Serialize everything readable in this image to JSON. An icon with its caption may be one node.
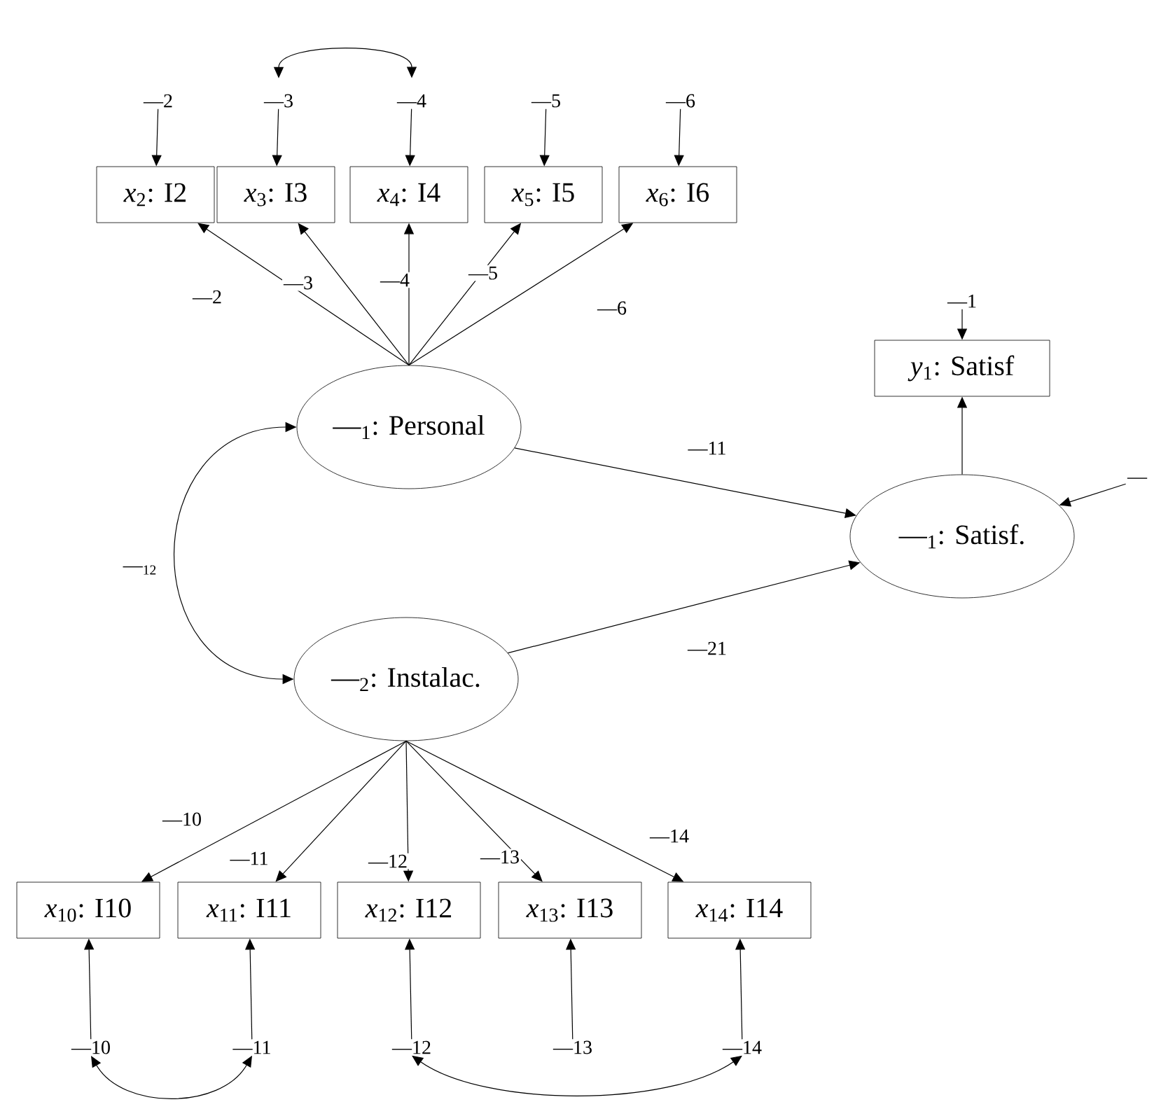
{
  "diagram": {
    "nodes": [
      {
        "text": [
          "*x*$_{2}$: I2"
        ]
      },
      {
        "text": [
          "*x*$_{3}$: I3"
        ]
      },
      {
        "text": [
          "*x*$_{4}$: I4"
        ]
      },
      {
        "text": [
          "*x*$_{5}$: I5"
        ]
      },
      {
        "text": [
          "*x*$_{6}$: I6"
        ]
      },
      {
        "text": [
          "—2"
        ]
      },
      {
        "text": [
          "—3"
        ]
      },
      {
        "text": [
          "—4"
        ]
      },
      {
        "text": [
          "—5"
        ]
      },
      {
        "text": [
          "—6"
        ]
      },
      {
        "text": [
          "—$_{1}$: Personal"
        ]
      },
      {
        "text": [
          "—$_{2}$: Instalac."
        ]
      },
      {
        "text": [
          "—$_{1}$: Satisf."
        ]
      },
      {
        "text": [
          "*y*$_{1}$: Satisf"
        ]
      },
      {
        "text": [
          "—1"
        ]
      },
      {
        "text": [
          "—"
        ]
      },
      {
        "text": [
          "*x*$_{10}$: I10"
        ]
      },
      {
        "text": [
          "*x*$_{11}$: I11"
        ]
      },
      {
        "text": [
          "*x*$_{12}$: I12"
        ]
      },
      {
        "text": [
          "*x*$_{13}$: I13"
        ]
      },
      {
        "text": [
          "*x*$_{14}$: I14"
        ]
      },
      {
        "text": [
          "—10"
        ]
      },
      {
        "text": [
          "—11"
        ]
      },
      {
        "text": [
          "—12"
        ]
      },
      {
        "text": [
          "—13"
        ]
      },
      {
        "text": [
          "—14"
        ]
      }
    ],
    "edges": [
      {
        "from": 10,
        "to": 0,
        "arrow": "to",
        "label": "—2"
      },
      {
        "from": 10,
        "to": 1,
        "arrow": "to",
        "label": "—3"
      },
      {
        "from": 10,
        "to": 2,
        "arrow": "to",
        "label": "—4"
      },
      {
        "from": 10,
        "to": 3,
        "arrow": "to",
        "label": "—5"
      },
      {
        "from": 10,
        "to": 4,
        "arrow": "to",
        "label": "—6"
      },
      {
        "from": 5,
        "to": 0,
        "arrow": "to"
      },
      {
        "from": 6,
        "to": 1,
        "arrow": "to"
      },
      {
        "from": 7,
        "to": 2,
        "arrow": "to"
      },
      {
        "from": 8,
        "to": 3,
        "arrow": "to"
      },
      {
        "from": 9,
        "to": 4,
        "arrow": "to"
      },
      {
        "from": 6,
        "to": 7,
        "arrow": "both"
      },
      {
        "from": 10,
        "to": 12,
        "arrow": "to",
        "label": "—11"
      },
      {
        "from": 11,
        "to": 12,
        "arrow": "to",
        "label": "—21"
      },
      {
        "from": 10,
        "to": 11,
        "arrow": "both",
        "label": "—$_{12}$"
      },
      {
        "from": 12,
        "to": 13,
        "arrow": "to"
      },
      {
        "from": 14,
        "to": 13,
        "arrow": "to"
      },
      {
        "from": 15,
        "to": 12,
        "arrow": "to"
      },
      {
        "from": 11,
        "to": 16,
        "arrow": "to",
        "label": "—10"
      },
      {
        "from": 11,
        "to": 17,
        "arrow": "to",
        "label": "—11"
      },
      {
        "from": 11,
        "to": 18,
        "arrow": "to",
        "label": "—12"
      },
      {
        "from": 11,
        "to": 19,
        "arrow": "to",
        "label": "—13"
      },
      {
        "from": 11,
        "to": 20,
        "arrow": "to",
        "label": "—14"
      },
      {
        "from": 21,
        "to": 16,
        "arrow": "to"
      },
      {
        "from": 22,
        "to": 17,
        "arrow": "to"
      },
      {
        "from": 23,
        "to": 18,
        "arrow": "to"
      },
      {
        "from": 24,
        "to": 19,
        "arrow": "to"
      },
      {
        "from": 25,
        "to": 20,
        "arrow": "to"
      },
      {
        "from": 21,
        "to": 22,
        "arrow": "both"
      },
      {
        "from": 23,
        "to": 25,
        "arrow": "both"
      }
    ]
  }
}
